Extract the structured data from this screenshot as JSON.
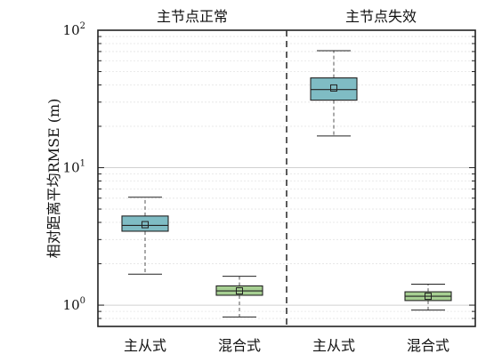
{
  "chart_data": {
    "type": "box",
    "title": "",
    "xlabel": "",
    "ylabel": "相对距离平均RMSE (m)",
    "yscale": "log",
    "ylim": [
      0.7,
      100
    ],
    "grid": true,
    "yticks": [
      {
        "base": "10",
        "exp": "0",
        "value": 1
      },
      {
        "base": "10",
        "exp": "1",
        "value": 10
      },
      {
        "base": "10",
        "exp": "2",
        "value": 100
      }
    ],
    "sections": [
      {
        "label": "主节点正常"
      },
      {
        "label": "主节点失效"
      }
    ],
    "categories": [
      "主从式",
      "混合式",
      "主从式",
      "混合式"
    ],
    "boxes": [
      {
        "category": "主从式",
        "section": "主节点正常",
        "whisker_low": 1.68,
        "q1": 3.45,
        "median": 3.8,
        "q3": 4.45,
        "whisker_high": 6.1,
        "mean": 3.85,
        "color": "#7fbcc4"
      },
      {
        "category": "混合式",
        "section": "主节点正常",
        "whisker_low": 0.82,
        "q1": 1.18,
        "median": 1.27,
        "q3": 1.38,
        "whisker_high": 1.62,
        "mean": 1.27,
        "color": "#a6cf92"
      },
      {
        "category": "主从式",
        "section": "主节点失效",
        "whisker_low": 17.0,
        "q1": 31.0,
        "median": 37.0,
        "q3": 45.0,
        "whisker_high": 71.0,
        "mean": 38.0,
        "color": "#7fbcc4"
      },
      {
        "category": "混合式",
        "section": "主节点失效",
        "whisker_low": 0.92,
        "q1": 1.08,
        "median": 1.16,
        "q3": 1.25,
        "whisker_high": 1.42,
        "mean": 1.16,
        "color": "#a6cf92"
      }
    ]
  }
}
